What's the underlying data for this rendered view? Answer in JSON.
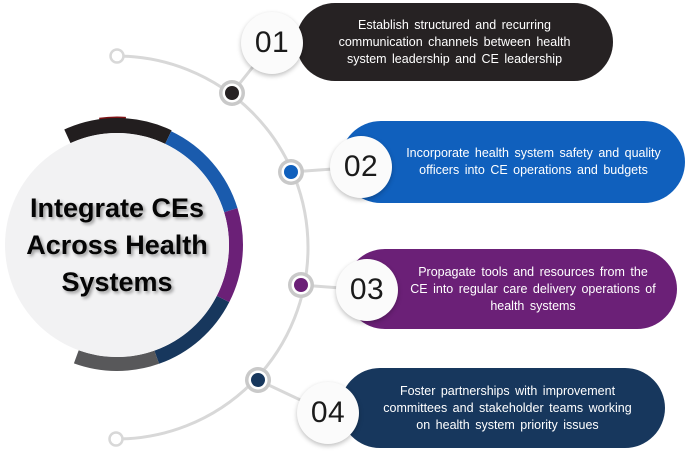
{
  "title": {
    "line1": "Integrate CEs",
    "line2": "Across Health",
    "line3": "Systems"
  },
  "steps": [
    {
      "number": "01",
      "color": "#262223",
      "lines": [
        "Establish structured and recurring",
        "communication channels between health",
        "system leadership and CE leadership"
      ]
    },
    {
      "number": "02",
      "color": "#1060BD",
      "lines": [
        "Incorporate health system safety and quality",
        "officers into CE operations and budgets"
      ]
    },
    {
      "number": "03",
      "color": "#6B2077",
      "lines": [
        "Propagate tools and resources from the",
        "CE into regular care delivery operations of",
        "health systems"
      ]
    },
    {
      "number": "04",
      "color": "#17375D",
      "lines": [
        "Foster partnerships with improvement",
        "committees and stakeholder teams working",
        "on health system priority issues"
      ]
    }
  ],
  "ring": {
    "black": "#221E1F",
    "blue": "#1A5BAD",
    "purple": "#6B2077",
    "navy": "#17375D",
    "gray": "#58585A",
    "red": "#7E1113"
  },
  "connector": {
    "line_color": "#D8D8D8",
    "node_ring_color": "#C9C9C9",
    "circle_fill": "#F2F2F3"
  }
}
